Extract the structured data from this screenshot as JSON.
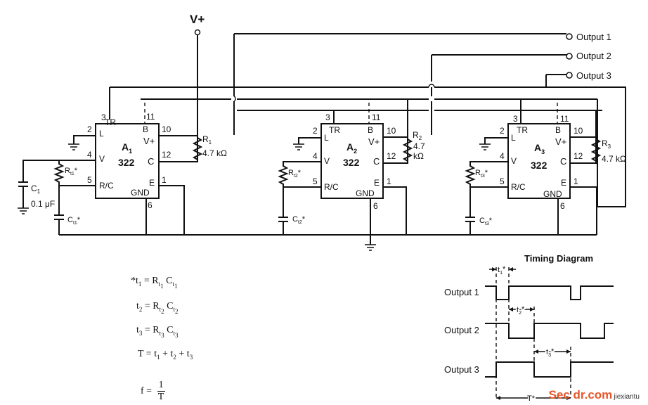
{
  "supply": {
    "label": "V+"
  },
  "outputs": [
    {
      "label": "Output 1"
    },
    {
      "label": "Output 2"
    },
    {
      "label": "Output 3"
    }
  ],
  "stages": [
    {
      "name_main": "A",
      "name_sub": "1",
      "part": "322",
      "pull_up_main": "R",
      "pull_up_sub": "1",
      "pull_up_value": "4.7 kΩ",
      "timing_r": "R",
      "timing_r_sub": "t1",
      "timing_c": "C",
      "timing_c_sub": "t1"
    },
    {
      "name_main": "A",
      "name_sub": "2",
      "part": "322",
      "pull_up_main": "R",
      "pull_up_sub": "2",
      "pull_up_value_line1": "4.7",
      "pull_up_value_line2": "kΩ",
      "timing_r": "R",
      "timing_r_sub": "t2",
      "timing_c": "C",
      "timing_c_sub": "t2"
    },
    {
      "name_main": "A",
      "name_sub": "3",
      "part": "322",
      "pull_up_main": "R",
      "pull_up_sub": "3",
      "pull_up_value": "4.7 kΩ",
      "timing_r": "R",
      "timing_r_sub": "t3",
      "timing_c": "C",
      "timing_c_sub": "t3"
    }
  ],
  "pins": {
    "tr_num": "3",
    "tr": "TR",
    "l_num": "2",
    "l": "L",
    "vr_num": "4",
    "vr": "V",
    "rc_num": "5",
    "rc": "R/C",
    "b": "B",
    "b_num": "11",
    "vplus": "V+",
    "vplus_num": "10",
    "c": "C",
    "c_num": "12",
    "e": "E",
    "e_num": "1",
    "gnd": "GND",
    "gnd_num": "6"
  },
  "input_cap": {
    "name": "C",
    "sub": "1",
    "value": "0.1 μF"
  },
  "equations": {
    "eq1_prefix": "*t",
    "eq1": "t1 = Rt1 Ct1",
    "eq2": "t2 = Rt2 Ct2",
    "eq3": "t3 = Rt3 Ct3",
    "eqT": "T = t1 + t2 + t3",
    "eqf_lhs": "f =",
    "eqf_num": "1",
    "eqf_den": "T"
  },
  "timing_diagram": {
    "title": "Timing Diagram",
    "rows": [
      "Output 1",
      "Output 2",
      "Output 3"
    ],
    "t1_label": "t1*",
    "t2_label": "t2*",
    "t3_label": "t3*",
    "period_label": "T*"
  },
  "watermark": {
    "brand": "Sec dr.com",
    "site": "jiexiantu"
  }
}
